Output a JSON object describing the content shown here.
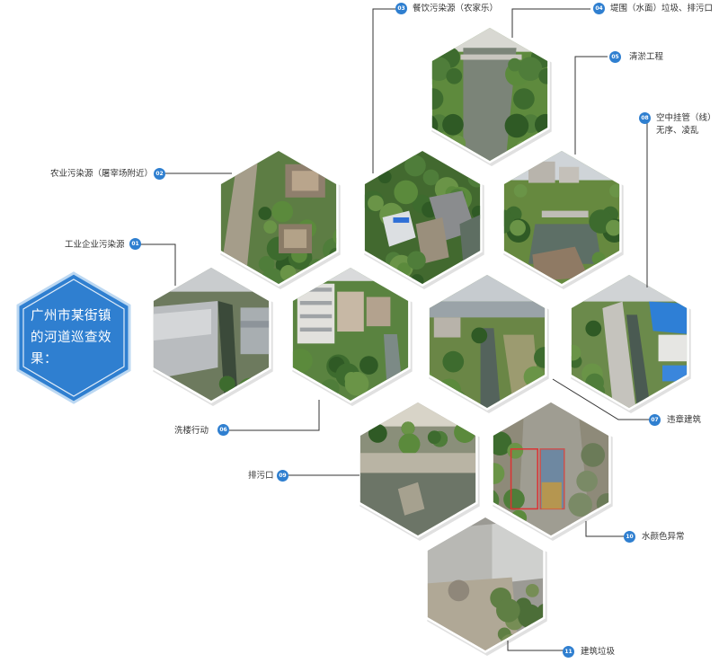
{
  "title": "广州市某街镇的河道巡查效果：",
  "colors": {
    "accent": "#2f7fd0",
    "title_fill": "#2f7fd0",
    "leader": "#333333"
  },
  "items": [
    {
      "num": "01",
      "label": "工业企业污染源",
      "scene": "factory-river"
    },
    {
      "num": "02",
      "label": "农业污染源（屠宰场附近）",
      "scene": "farm-ruins"
    },
    {
      "num": "03",
      "label": "餐饮污染源（农家乐）",
      "scene": "restaurant-trees"
    },
    {
      "num": "04",
      "label": "堤围（水面）垃圾、排污口",
      "scene": "river-bridge"
    },
    {
      "num": "05",
      "label": "清淤工程",
      "scene": "dredging"
    },
    {
      "num": "06",
      "label": "洗楼行动",
      "scene": "buildings"
    },
    {
      "num": "07",
      "label": "违章建筑",
      "scene": "town-river"
    },
    {
      "num": "08",
      "label": "空中挂管（线）",
      "label2": "无序、凌乱",
      "scene": "bluehouse-river"
    },
    {
      "num": "09",
      "label": "排污口",
      "scene": "outfall"
    },
    {
      "num": "10",
      "label": "水颜色异常",
      "scene": "water-color"
    },
    {
      "num": "11",
      "label": "建筑垃圾",
      "scene": "construction-waste"
    }
  ]
}
